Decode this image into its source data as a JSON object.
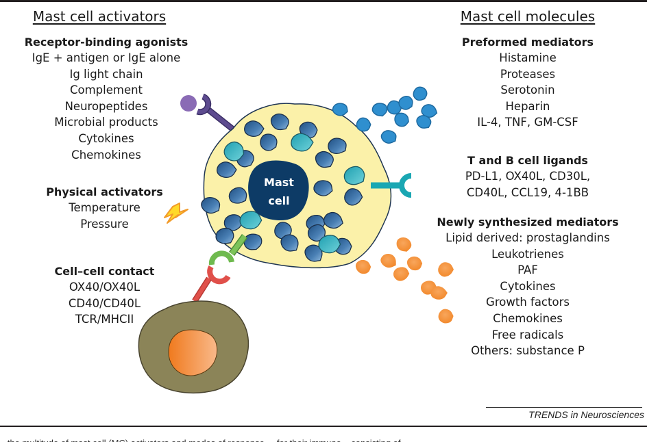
{
  "figure": {
    "left_title": "Mast cell activators",
    "right_title": "Mast cell molecules",
    "center_label_line1": "Mast",
    "center_label_line2": "cell",
    "source_credit": "TRENDS in Neurosciences",
    "caption_fragment": "...the multitude of mast cell (MC) activators and modes of response ... for their immune... consisting of...",
    "colors": {
      "cell_body": "#fbf1a9",
      "nucleus": "#0d3b66",
      "granule_dark": "#3f73a3",
      "granule_teal": "#34b3c0",
      "released_blue": "#2f8fcf",
      "released_orange": "#f7993d",
      "receptor_purple": "#5b4a8c",
      "ligand_purple": "#8a6bb5",
      "receptor_teal": "#1aa7b3",
      "receptor_green": "#6fba4f",
      "receptor_red": "#e0504a",
      "other_cell": "#8b8458",
      "other_nucleus": "#f07a2a",
      "bolt": "#ffd92a"
    }
  },
  "activators": [
    {
      "heading": "Receptor-binding agonists",
      "items": [
        "IgE + antigen or IgE alone",
        "Ig light chain",
        "Complement",
        "Neuropeptides",
        "Microbial products",
        "Cytokines",
        "Chemokines"
      ]
    },
    {
      "heading": "Physical activators",
      "items": [
        "Temperature",
        "Pressure"
      ]
    },
    {
      "heading": "Cell–cell contact",
      "items": [
        "OX40/OX40L",
        "CD40/CD40L",
        "TCR/MHCII"
      ]
    }
  ],
  "molecules": [
    {
      "heading": "Preformed mediators",
      "items": [
        "Histamine",
        "Proteases",
        "Serotonin",
        "Heparin",
        "IL-4, TNF, GM-CSF"
      ]
    },
    {
      "heading": "T and B cell ligands",
      "items": [
        "PD-L1, OX40L, CD30L,",
        "CD40L, CCL19, 4-1BB"
      ]
    },
    {
      "heading": "Newly synthesized mediators",
      "items": [
        "Lipid derived: prostaglandins",
        "Leukotrienes",
        "PAF",
        "Cytokines",
        "Growth factors",
        "Chemokines",
        "Free radicals",
        "Others: substance P"
      ]
    }
  ]
}
